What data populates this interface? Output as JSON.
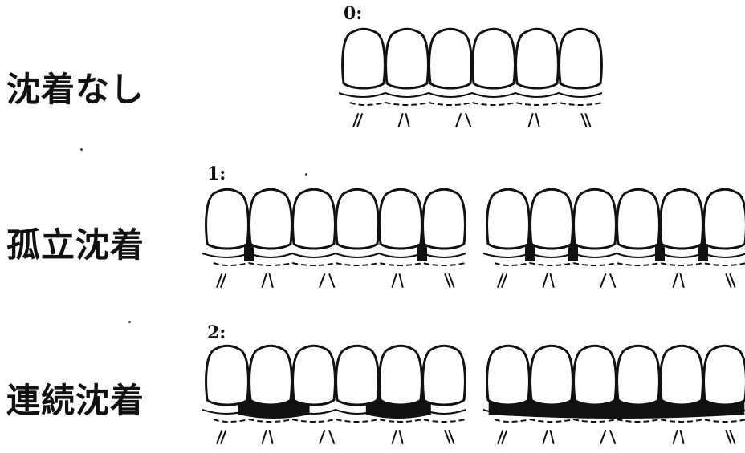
{
  "rows": [
    {
      "label": "沈着なし",
      "grade": "0:",
      "panels": [
        {
          "stain": []
        }
      ]
    },
    {
      "label": "孤立沈着",
      "grade": "1:",
      "panels": [
        {
          "stain": [
            {
              "type": "dot",
              "at": 1
            },
            {
              "type": "dot",
              "at": 5
            }
          ]
        },
        {
          "stain": [
            {
              "type": "dot",
              "at": 1
            },
            {
              "type": "dot",
              "at": 2
            },
            {
              "type": "dot",
              "at": 4
            },
            {
              "type": "dot",
              "at": 5
            }
          ]
        }
      ]
    },
    {
      "label": "連続沈着",
      "grade": "2:",
      "panels": [
        {
          "stain": [
            {
              "type": "band",
              "from": 0.75,
              "to": 2.4
            },
            {
              "type": "band",
              "from": 3.7,
              "to": 5.2
            }
          ]
        },
        {
          "stain": [
            {
              "type": "band",
              "from": 0.05,
              "to": 5.95
            }
          ]
        }
      ]
    }
  ]
}
